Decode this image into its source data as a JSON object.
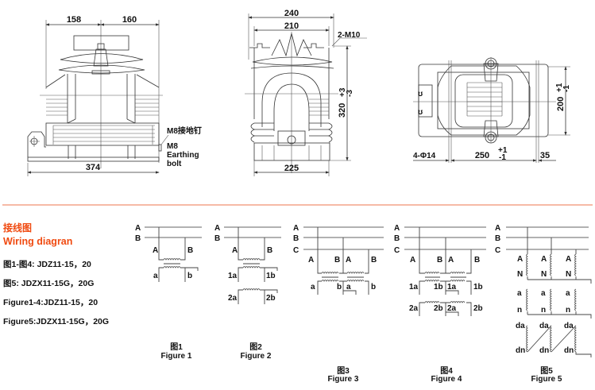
{
  "drawings": {
    "front": {
      "dim_left": "158",
      "dim_right": "160",
      "dim_base": "374",
      "earth_cn": "M8接地钉",
      "earth_en_1": "M8",
      "earth_en_2": "Earthing",
      "earth_en_3": "bolt"
    },
    "side": {
      "dim_top": "240",
      "dim_inner": "210",
      "bolt": "2-M10",
      "height": "320",
      "height_tol_plus": "+3",
      "height_tol_minus": "-3",
      "dim_base": "225"
    },
    "plan": {
      "width": "200",
      "width_tol_plus": "+1",
      "width_tol_minus": "-1",
      "holes": "4-Φ14",
      "span": "250",
      "span_tol_plus": "+1",
      "span_tol_minus": "-1",
      "edge": "35"
    }
  },
  "colors": {
    "accent": "#f04a10",
    "separator": "#f4b09a"
  },
  "wiring": {
    "title_cn": "接线图",
    "title_en": "Wiring diagran",
    "notes": [
      "图1-图4:  JDZ11-15，20",
      "图5:  JDZX11-15G，20G",
      "Figure1-4:JDZ11-15，20",
      "Figure5:JDZX11-15G，20G"
    ],
    "bus": {
      "a": "A",
      "b": "B",
      "c": "C"
    },
    "terms": {
      "A": "A",
      "B": "B",
      "N": "N",
      "a": "a",
      "b": "b",
      "n": "n",
      "1a": "1a",
      "1b": "1b",
      "2a": "2a",
      "2b": "2b",
      "da": "da",
      "dn": "dn"
    },
    "figures": [
      {
        "cn": "图1",
        "en": "Figure 1"
      },
      {
        "cn": "图2",
        "en": "Figure 2"
      },
      {
        "cn": "图3",
        "en": "Figure 3"
      },
      {
        "cn": "图4",
        "en": "Figure 4"
      },
      {
        "cn": "图5",
        "en": "Figure 5"
      }
    ]
  }
}
